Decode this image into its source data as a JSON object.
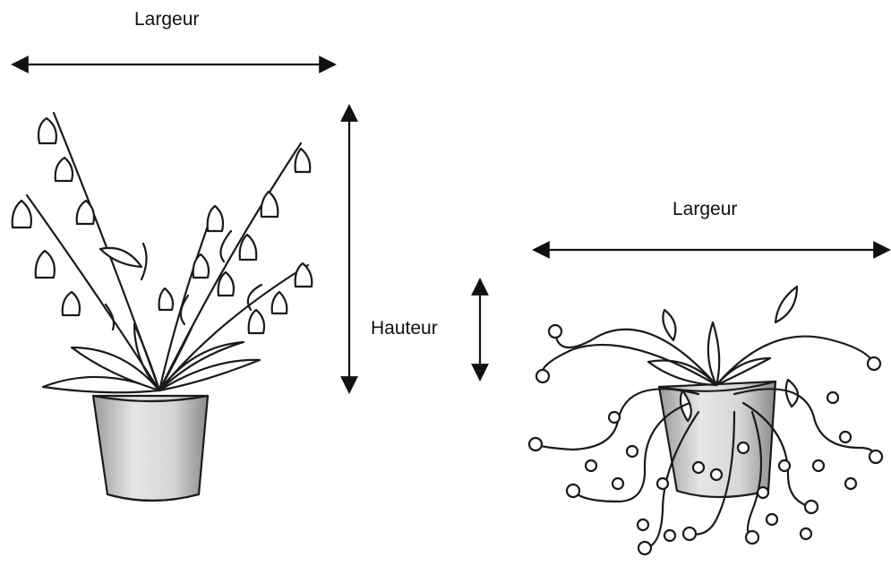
{
  "labels": {
    "width_upright": "Largeur",
    "width_trailing": "Largeur",
    "height": "Hauteur"
  },
  "figures": [
    {
      "name": "upright-plant",
      "description_icon": "upright-bellflower-plant-icon"
    },
    {
      "name": "trailing-plant",
      "description_icon": "trailing-bud-plant-icon"
    }
  ],
  "colors": {
    "ink": "#1a1a1a",
    "pot_shade": "#cfcfcf",
    "background": "#ffffff"
  }
}
